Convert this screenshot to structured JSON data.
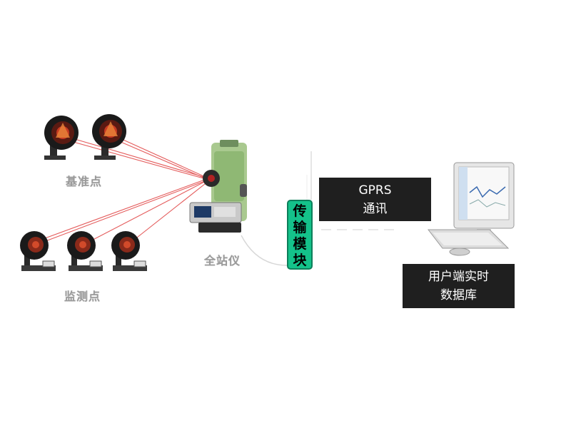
{
  "labels": {
    "reference_points": "基准点",
    "monitoring_points": "监测点",
    "total_station": "全站仪"
  },
  "transmission_module": {
    "chars": [
      "传",
      "输",
      "模",
      "块"
    ]
  },
  "gprs_box": {
    "line1": "GPRS",
    "line2": "通讯"
  },
  "database_box": {
    "line1": "用户端实时",
    "line2": "数据库"
  },
  "colors": {
    "module_fill": "#14c28a",
    "box_fill": "#1f1f1f",
    "laser": "#e03030"
  }
}
